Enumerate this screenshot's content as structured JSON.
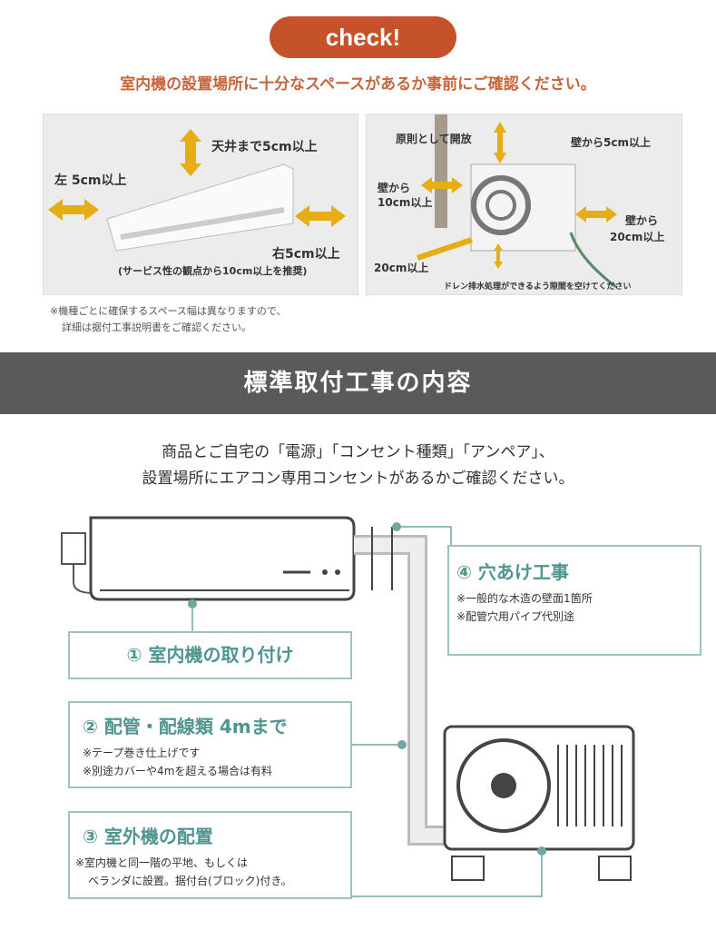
{
  "check": {
    "badge": "check!",
    "subtitle": "室内機の設置場所に十分なスペースがあるか事前にご確認ください。"
  },
  "indoor_panel": {
    "top": "天井まで5cm以上",
    "left": "左 5cm以上",
    "right": "右5cm以上",
    "right_note": "(サービス性の観点から10cm以上を推奨)"
  },
  "outdoor_panel": {
    "top": "原則として開放",
    "top_right": "壁から5cm以上",
    "left": [
      "壁から",
      "10cm以上"
    ],
    "right": [
      "壁から",
      "20cm以上"
    ],
    "front": "20cm以上",
    "bottom": "ドレン排水処理ができるよう隙間を空けてください"
  },
  "space_note": [
    "※機種ごとに確保するスペース幅は異なりますので、",
    "詳細は据付工事説明書をご確認ください。"
  ],
  "section_title": "標準取付工事の内容",
  "intro": [
    "商品とご自宅の「電源」「コンセント種類」「アンペア」、",
    "設置場所にエアコン専用コンセントがあるかご確認ください。"
  ],
  "steps": [
    {
      "title": "① 室内機の取り付け",
      "notes": []
    },
    {
      "title": "② 配管・配線類 4mまで",
      "notes": [
        "※テープ巻き仕上げです",
        "※別途カバーや4mを超える場合は有料"
      ]
    },
    {
      "title": "③ 室外機の配置",
      "notes": [
        "※室内機と同一階の平地、もしくは",
        "ベランダに設置。据付台(ブロック)付き。"
      ]
    },
    {
      "title": "④ 穴あけ工事",
      "notes": [
        "※一般的な木造の壁面1箇所",
        "※配管穴用パイプ代別途"
      ]
    }
  ],
  "colors": {
    "accent": "#c6522a",
    "teal": "#4f9590",
    "band": "#5a5a5a",
    "arrow": "#e6ae14"
  }
}
